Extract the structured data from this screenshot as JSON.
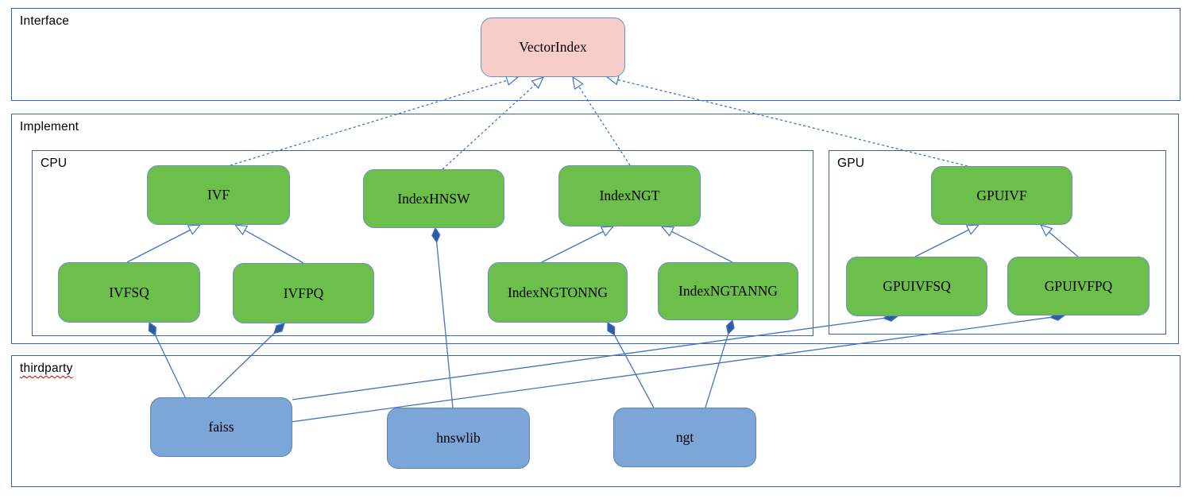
{
  "diagram": {
    "containers": [
      {
        "id": "interface",
        "label": "Interface"
      },
      {
        "id": "implement",
        "label": "Implement"
      },
      {
        "id": "cpu",
        "label": "CPU"
      },
      {
        "id": "gpu",
        "label": "GPU"
      },
      {
        "id": "thirdparty",
        "label": "thirdparty",
        "spellcheck_underline": true
      }
    ],
    "nodes": [
      {
        "id": "vectorindex",
        "label": "VectorIndex",
        "kind": "interface"
      },
      {
        "id": "ivf",
        "label": "IVF",
        "kind": "class"
      },
      {
        "id": "indexhnsw",
        "label": "IndexHNSW",
        "kind": "class"
      },
      {
        "id": "indexngt",
        "label": "IndexNGT",
        "kind": "class"
      },
      {
        "id": "ivfsq",
        "label": "IVFSQ",
        "kind": "class"
      },
      {
        "id": "ivfpq",
        "label": "IVFPQ",
        "kind": "class"
      },
      {
        "id": "indexngtonng",
        "label": "IndexNGTONNG",
        "kind": "class"
      },
      {
        "id": "indexngtanng",
        "label": "IndexNGTANNG",
        "kind": "class"
      },
      {
        "id": "gpuivf",
        "label": "GPUIVF",
        "kind": "class"
      },
      {
        "id": "gpuivfsq",
        "label": "GPUIVFSQ",
        "kind": "class"
      },
      {
        "id": "gpuivfpq",
        "label": "GPUIVFPQ",
        "kind": "class"
      },
      {
        "id": "faiss",
        "label": "faiss",
        "kind": "thirdparty"
      },
      {
        "id": "hnswlib",
        "label": "hnswlib",
        "kind": "thirdparty"
      },
      {
        "id": "ngt",
        "label": "ngt",
        "kind": "thirdparty"
      }
    ],
    "edges": [
      {
        "from": "ivf",
        "fromSide": "top",
        "fromT": 0.583,
        "to": "vectorindex",
        "toSide": "bottom",
        "toT": 0.258,
        "type": "realize"
      },
      {
        "from": "indexhnsw",
        "fromSide": "top",
        "fromT": 0.562,
        "to": "vectorindex",
        "toSide": "bottom",
        "toT": 0.434,
        "type": "realize"
      },
      {
        "from": "indexngt",
        "fromSide": "top",
        "fromT": 0.503,
        "to": "vectorindex",
        "toSide": "bottom",
        "toT": 0.637,
        "type": "realize"
      },
      {
        "from": "gpuivf",
        "fromSide": "top",
        "fromT": 0.258,
        "to": "vectorindex",
        "toSide": "bottom",
        "toT": 0.874,
        "type": "realize"
      },
      {
        "from": "ivfsq",
        "fromSide": "top",
        "fromT": 0.486,
        "to": "ivf",
        "toSide": "bottom",
        "toT": 0.372,
        "type": "inherit"
      },
      {
        "from": "ivfpq",
        "fromSide": "top",
        "fromT": 0.5,
        "to": "ivf",
        "toSide": "bottom",
        "toT": 0.617,
        "type": "inherit"
      },
      {
        "from": "indexngtonng",
        "fromSide": "top",
        "fromT": 0.386,
        "to": "indexngt",
        "toSide": "bottom",
        "toT": 0.385,
        "type": "inherit"
      },
      {
        "from": "indexngtanng",
        "fromSide": "top",
        "fromT": 0.531,
        "to": "indexngt",
        "toSide": "bottom",
        "toT": 0.726,
        "type": "inherit"
      },
      {
        "from": "gpuivfsq",
        "fromSide": "top",
        "fromT": 0.489,
        "to": "gpuivf",
        "toSide": "bottom",
        "toT": 0.337,
        "type": "inherit"
      },
      {
        "from": "gpuivfpq",
        "fromSide": "top",
        "fromT": 0.497,
        "to": "gpuivf",
        "toSide": "bottom",
        "toT": 0.775,
        "type": "inherit"
      },
      {
        "from": "indexhnsw",
        "fromSide": "bottom",
        "fromT": 0.511,
        "to": "hnswlib",
        "toSide": "top",
        "toT": 0.461,
        "type": "compose"
      },
      {
        "from": "ivfsq",
        "fromSide": "bottom",
        "fromT": 0.642,
        "to": "faiss",
        "toSide": "top",
        "toT": 0.246,
        "type": "compose"
      },
      {
        "from": "ivfpq",
        "fromSide": "bottom",
        "fromT": 0.365,
        "to": "faiss",
        "toSide": "top",
        "toT": 0.408,
        "type": "compose"
      },
      {
        "from": "indexngtonng",
        "fromSide": "bottom",
        "fromT": 0.858,
        "to": "ngt",
        "toSide": "top",
        "toT": 0.283,
        "type": "compose"
      },
      {
        "from": "indexngtanng",
        "fromSide": "bottom",
        "fromT": 0.531,
        "to": "ngt",
        "toSide": "top",
        "toT": 0.644,
        "type": "compose"
      },
      {
        "from": "gpuivfsq",
        "fromSide": "bottom",
        "fromT": 0.365,
        "to": "faiss",
        "toSide": "right",
        "toT": 0.04,
        "type": "compose"
      },
      {
        "from": "gpuivfpq",
        "fromSide": "bottom",
        "fromT": 0.402,
        "to": "faiss",
        "toSide": "right",
        "toT": 0.41,
        "type": "compose"
      }
    ]
  },
  "colors": {
    "node_green": "#6cbf4b",
    "node_green_border": "#6e8fc4",
    "node_pink": "#f7cdc9",
    "node_pink_border": "#6e8fc4",
    "node_blue": "#7da6d8",
    "node_blue_border": "#5b84b1",
    "container_border": "#3465a4",
    "edge": "#4472c4",
    "diamond_fill": "#2e5c9e",
    "spellcheck_red": "#cc0000"
  }
}
